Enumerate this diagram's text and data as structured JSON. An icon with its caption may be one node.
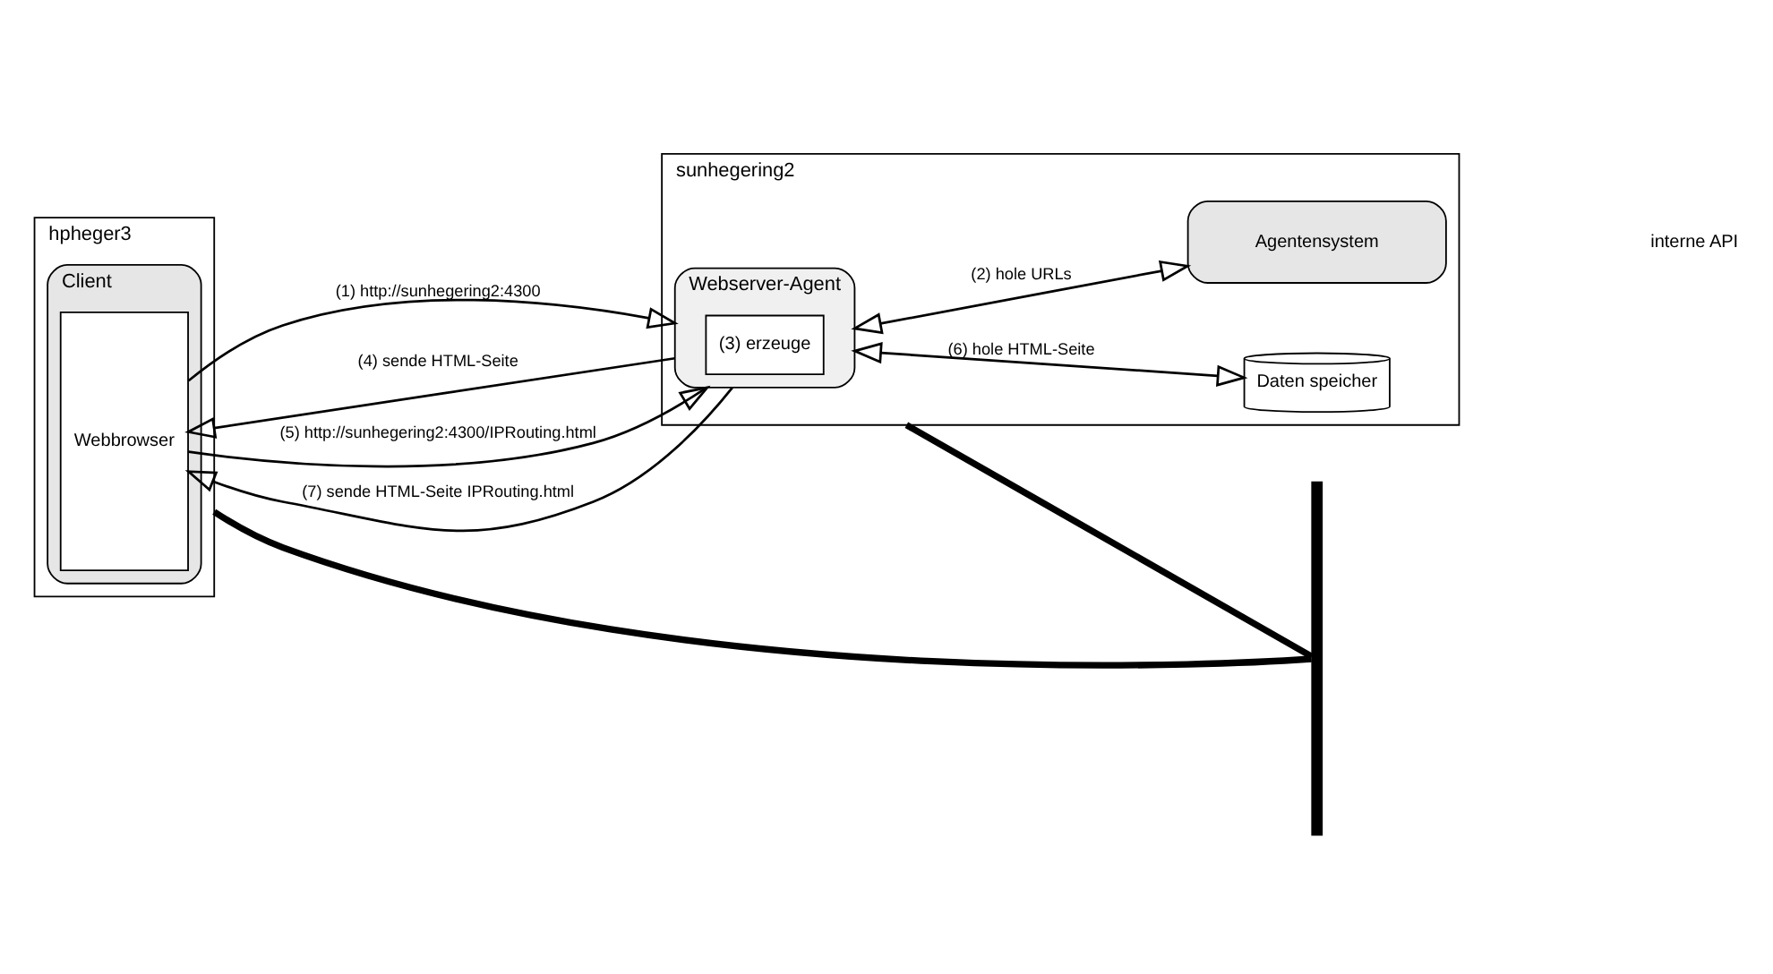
{
  "diagram": {
    "nodes": [
      {
        "text": [
          "hpheger3"
        ]
      },
      {
        "text": [
          "Client"
        ],
        "in": 0
      },
      {
        "text": [
          "Webbrowser"
        ],
        "in": 1
      },
      {
        "text": [
          "sunhegering2"
        ]
      },
      {
        "text": [
          "Webserver-Agent"
        ],
        "in": 3
      },
      {
        "text": [
          "(3) erzeuge"
        ],
        "in": 4
      },
      {
        "text": [
          "Daten speicher"
        ],
        "in": 3
      },
      {
        "text": [
          "Agentensystem"
        ],
        "in": 3
      },
      {
        "text": [],
        "shape": "bar"
      }
    ],
    "edges": [
      {
        "from": 2,
        "to": 4,
        "arrow": "to",
        "label": "(1) http://sunhegering2:4300"
      },
      {
        "from": 4,
        "to": 7,
        "arrow": "both",
        "label": "(2) hole URLs"
      },
      {
        "from": 4,
        "to": 2,
        "arrow": "to",
        "label": "(4) sende HTML-Seite"
      },
      {
        "from": 2,
        "to": 4,
        "arrow": "to",
        "label": "(5) http://sunhegering2:4300/IPRouting.html"
      },
      {
        "from": 4,
        "to": 6,
        "arrow": "both",
        "label": "(6) hole HTML-Seite"
      },
      {
        "from": 4,
        "to": 2,
        "arrow": "to",
        "label": "(7) sende HTML-Seite IPRouting.html"
      },
      {
        "from": 0,
        "to": 8,
        "arrow": "none",
        "style": "thick"
      },
      {
        "from": 3,
        "to": 8,
        "arrow": "none",
        "style": "thick"
      }
    ],
    "labels": [
      "interne API"
    ]
  }
}
